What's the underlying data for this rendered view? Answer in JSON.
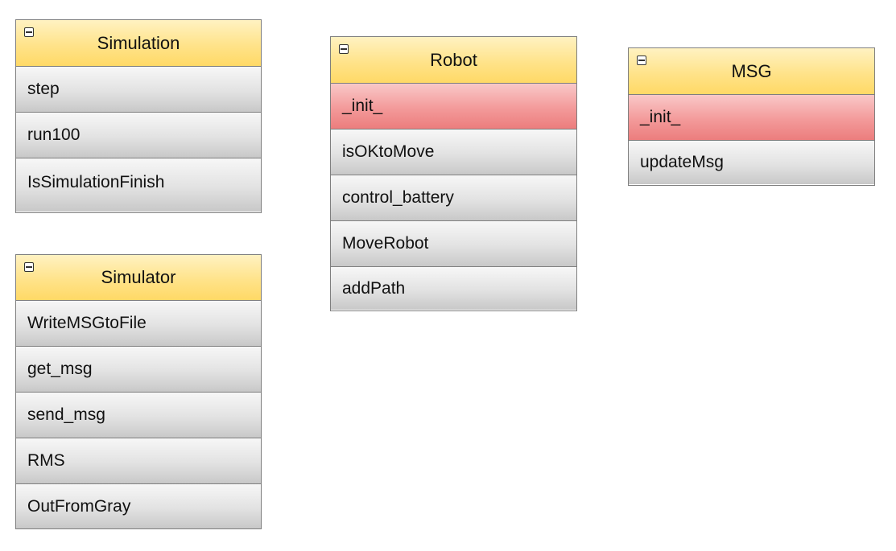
{
  "classes": [
    {
      "name": "Simulation",
      "members": [
        "step",
        "run100",
        "IsSimulationFinish"
      ],
      "highlighted": []
    },
    {
      "name": "Simulator",
      "members": [
        "WriteMSGtoFile",
        "get_msg",
        "send_msg",
        "RMS",
        "OutFromGray"
      ],
      "highlighted": []
    },
    {
      "name": "Robot",
      "members": [
        "_init_",
        "isOKtoMove",
        "control_battery",
        "MoveRobot",
        "addPath"
      ],
      "highlighted": [
        "_init_"
      ]
    },
    {
      "name": "MSG",
      "members": [
        "_init_",
        "updateMsg"
      ],
      "highlighted": [
        "_init_"
      ]
    }
  ],
  "colors": {
    "header": "#ffd966",
    "member": "#d9d9d9",
    "highlight": "#f08080",
    "border": "#7f7f7f"
  },
  "icons": {
    "collapse": "collapse-minus-icon"
  }
}
